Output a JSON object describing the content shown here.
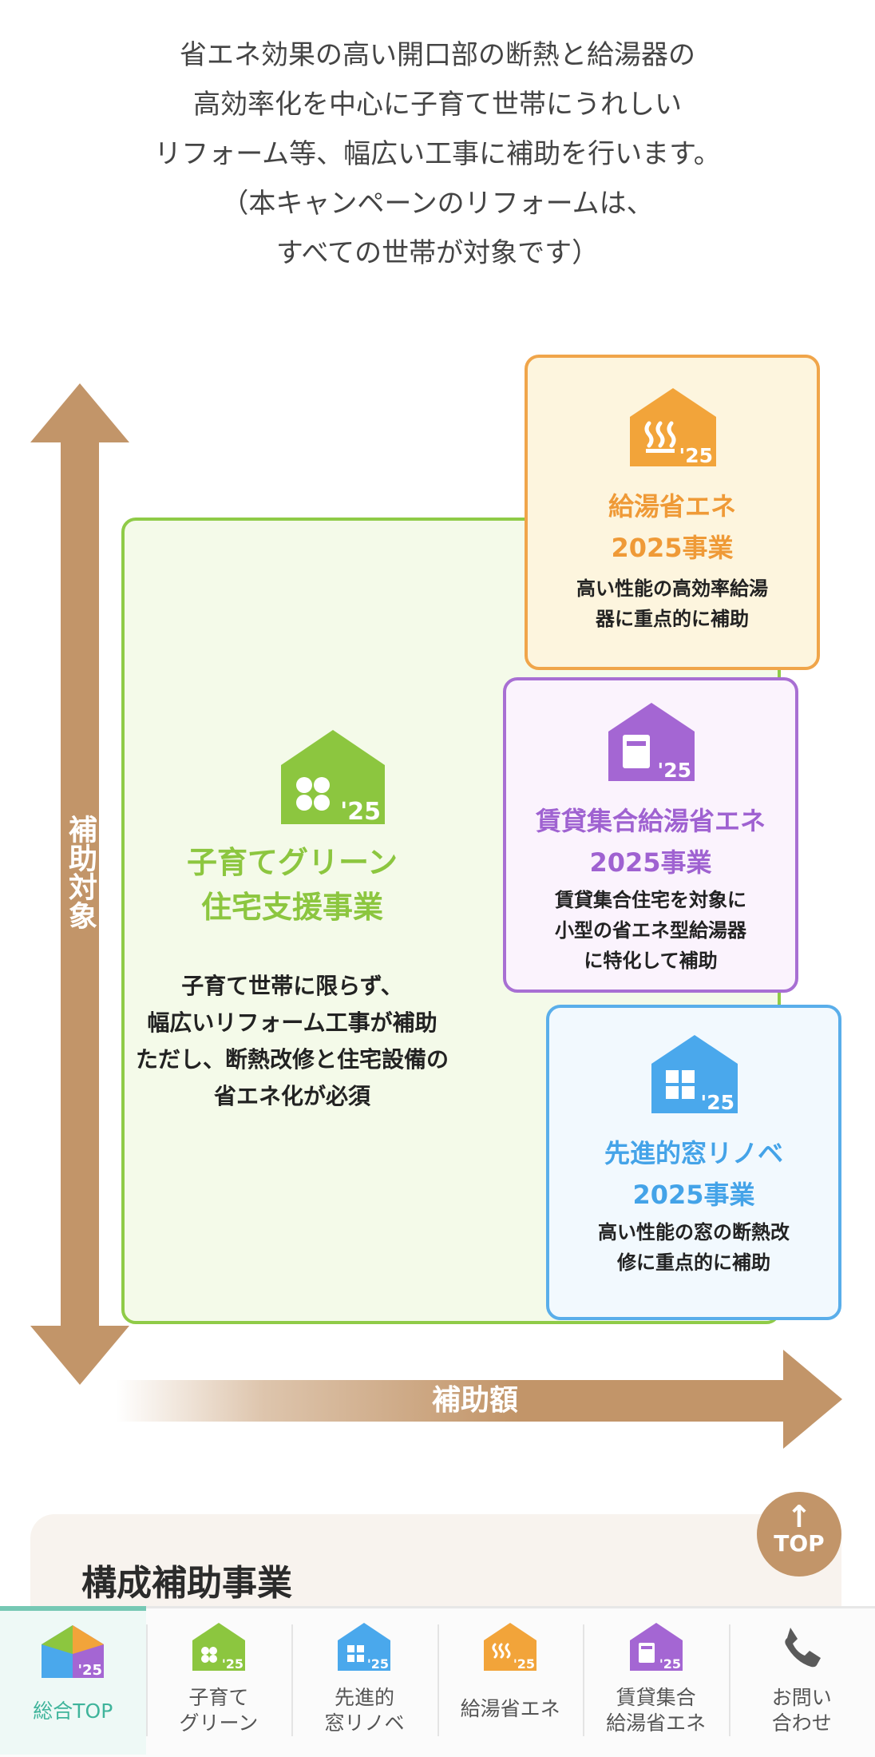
{
  "intro": {
    "lines": [
      "省エネ効果の高い開口部の断熱と給湯器の",
      "高効率化を中心に子育て世帯にうれしい",
      "リフォーム等、幅広い工事に補助を行います。",
      "（本キャンペーンのリフォームは、",
      "すべての世帯が対象です）"
    ]
  },
  "diagram": {
    "vertical_axis_label": "補助対象",
    "horizontal_axis_label": "補助額",
    "green": {
      "title_lines": [
        "子育てグリーン",
        "住宅支援事業"
      ],
      "desc_lines": [
        "子育て世帯に限らず、",
        "幅広いリフォーム工事が補助",
        "ただし、断熱改修と住宅設備の",
        "省エネ化が必須"
      ],
      "badge": "'25",
      "color": "#8cc63f",
      "icon": "clover-house-icon"
    },
    "orange": {
      "title_lines": [
        "給湯省エネ",
        "2025事業"
      ],
      "desc_lines": [
        "高い性能の高効率給湯",
        "器に重点的に補助"
      ],
      "badge": "'25",
      "color": "#ef9a37",
      "icon": "hot-water-house-icon"
    },
    "purple": {
      "title_lines": [
        "賃貸集合給湯省エネ",
        "2025事業"
      ],
      "desc_lines": [
        "賃貸集合住宅を対象に",
        "小型の省エネ型給湯器",
        "に特化して補助"
      ],
      "badge": "'25",
      "color": "#9f62d1",
      "icon": "water-heater-house-icon"
    },
    "blue": {
      "title_lines": [
        "先進的窓リノベ",
        "2025事業"
      ],
      "desc_lines": [
        "高い性能の窓の断熱改",
        "修に重点的に補助"
      ],
      "badge": "'25",
      "color": "#44a3e8",
      "icon": "window-house-icon"
    }
  },
  "section": {
    "heading": "構成補助事業"
  },
  "top_button": {
    "arrow": "↑",
    "label": "TOP"
  },
  "nav": [
    {
      "lines": [
        "総合TOP"
      ],
      "color": "#3fb49b",
      "icon": "multicolor-house-icon",
      "active": true
    },
    {
      "lines": [
        "子育て",
        "グリーン"
      ],
      "color": "#8cc63f",
      "icon": "clover-house-icon"
    },
    {
      "lines": [
        "先進的",
        "窓リノベ"
      ],
      "color": "#44a3e8",
      "icon": "window-house-icon"
    },
    {
      "lines": [
        "給湯省エネ"
      ],
      "color": "#ef9a37",
      "icon": "hot-water-house-icon"
    },
    {
      "lines": [
        "賃貸集合",
        "給湯省エネ"
      ],
      "color": "#9f62d1",
      "icon": "water-heater-house-icon"
    },
    {
      "lines": [
        "お問い",
        "合わせ"
      ],
      "color": "#555555",
      "icon": "phone-icon"
    }
  ],
  "badge": "'25"
}
